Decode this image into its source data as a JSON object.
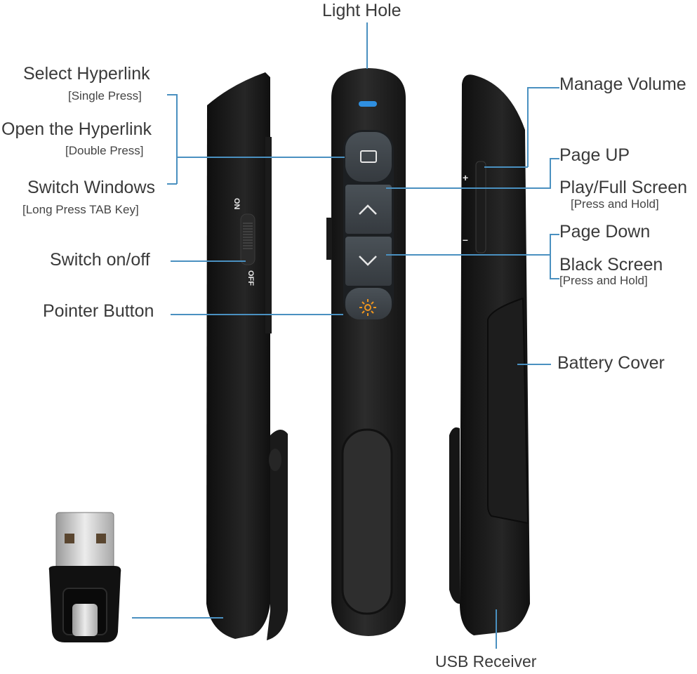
{
  "labels": {
    "light_hole": "Light Hole",
    "select_hyperlink": "Select  Hyperlink",
    "select_hyperlink_sub": "[Single  Press]",
    "open_hyperlink": "Open the Hyperlink",
    "open_hyperlink_sub": "[Double Press]",
    "switch_windows": "Switch Windows",
    "switch_windows_sub": "[Long Press TAB Key]",
    "switch_onoff": "Switch on/off",
    "pointer_button": "Pointer Button",
    "manage_volume": "Manage Volume",
    "page_up": "Page UP",
    "play_full": "Play/Full Screen",
    "play_full_sub": "[Press and Hold]",
    "page_down": "Page  Down",
    "black_screen": "Black  Screen",
    "black_screen_sub": "[Press and Hold]",
    "battery_cover": "Battery Cover",
    "usb_receiver": "USB  Receiver"
  },
  "device": {
    "switch_on": "ON",
    "switch_off": "OFF",
    "volume_plus": "+",
    "volume_minus": "–"
  },
  "colors": {
    "callout_line": "#4a90c0",
    "led": "#2f8fe0",
    "pointer_icon": "#f0961e",
    "body": "#222222",
    "button": "#3e444a"
  },
  "icons": [
    "window-icon",
    "chevron-up-icon",
    "chevron-down-icon",
    "laser-pointer-icon"
  ]
}
